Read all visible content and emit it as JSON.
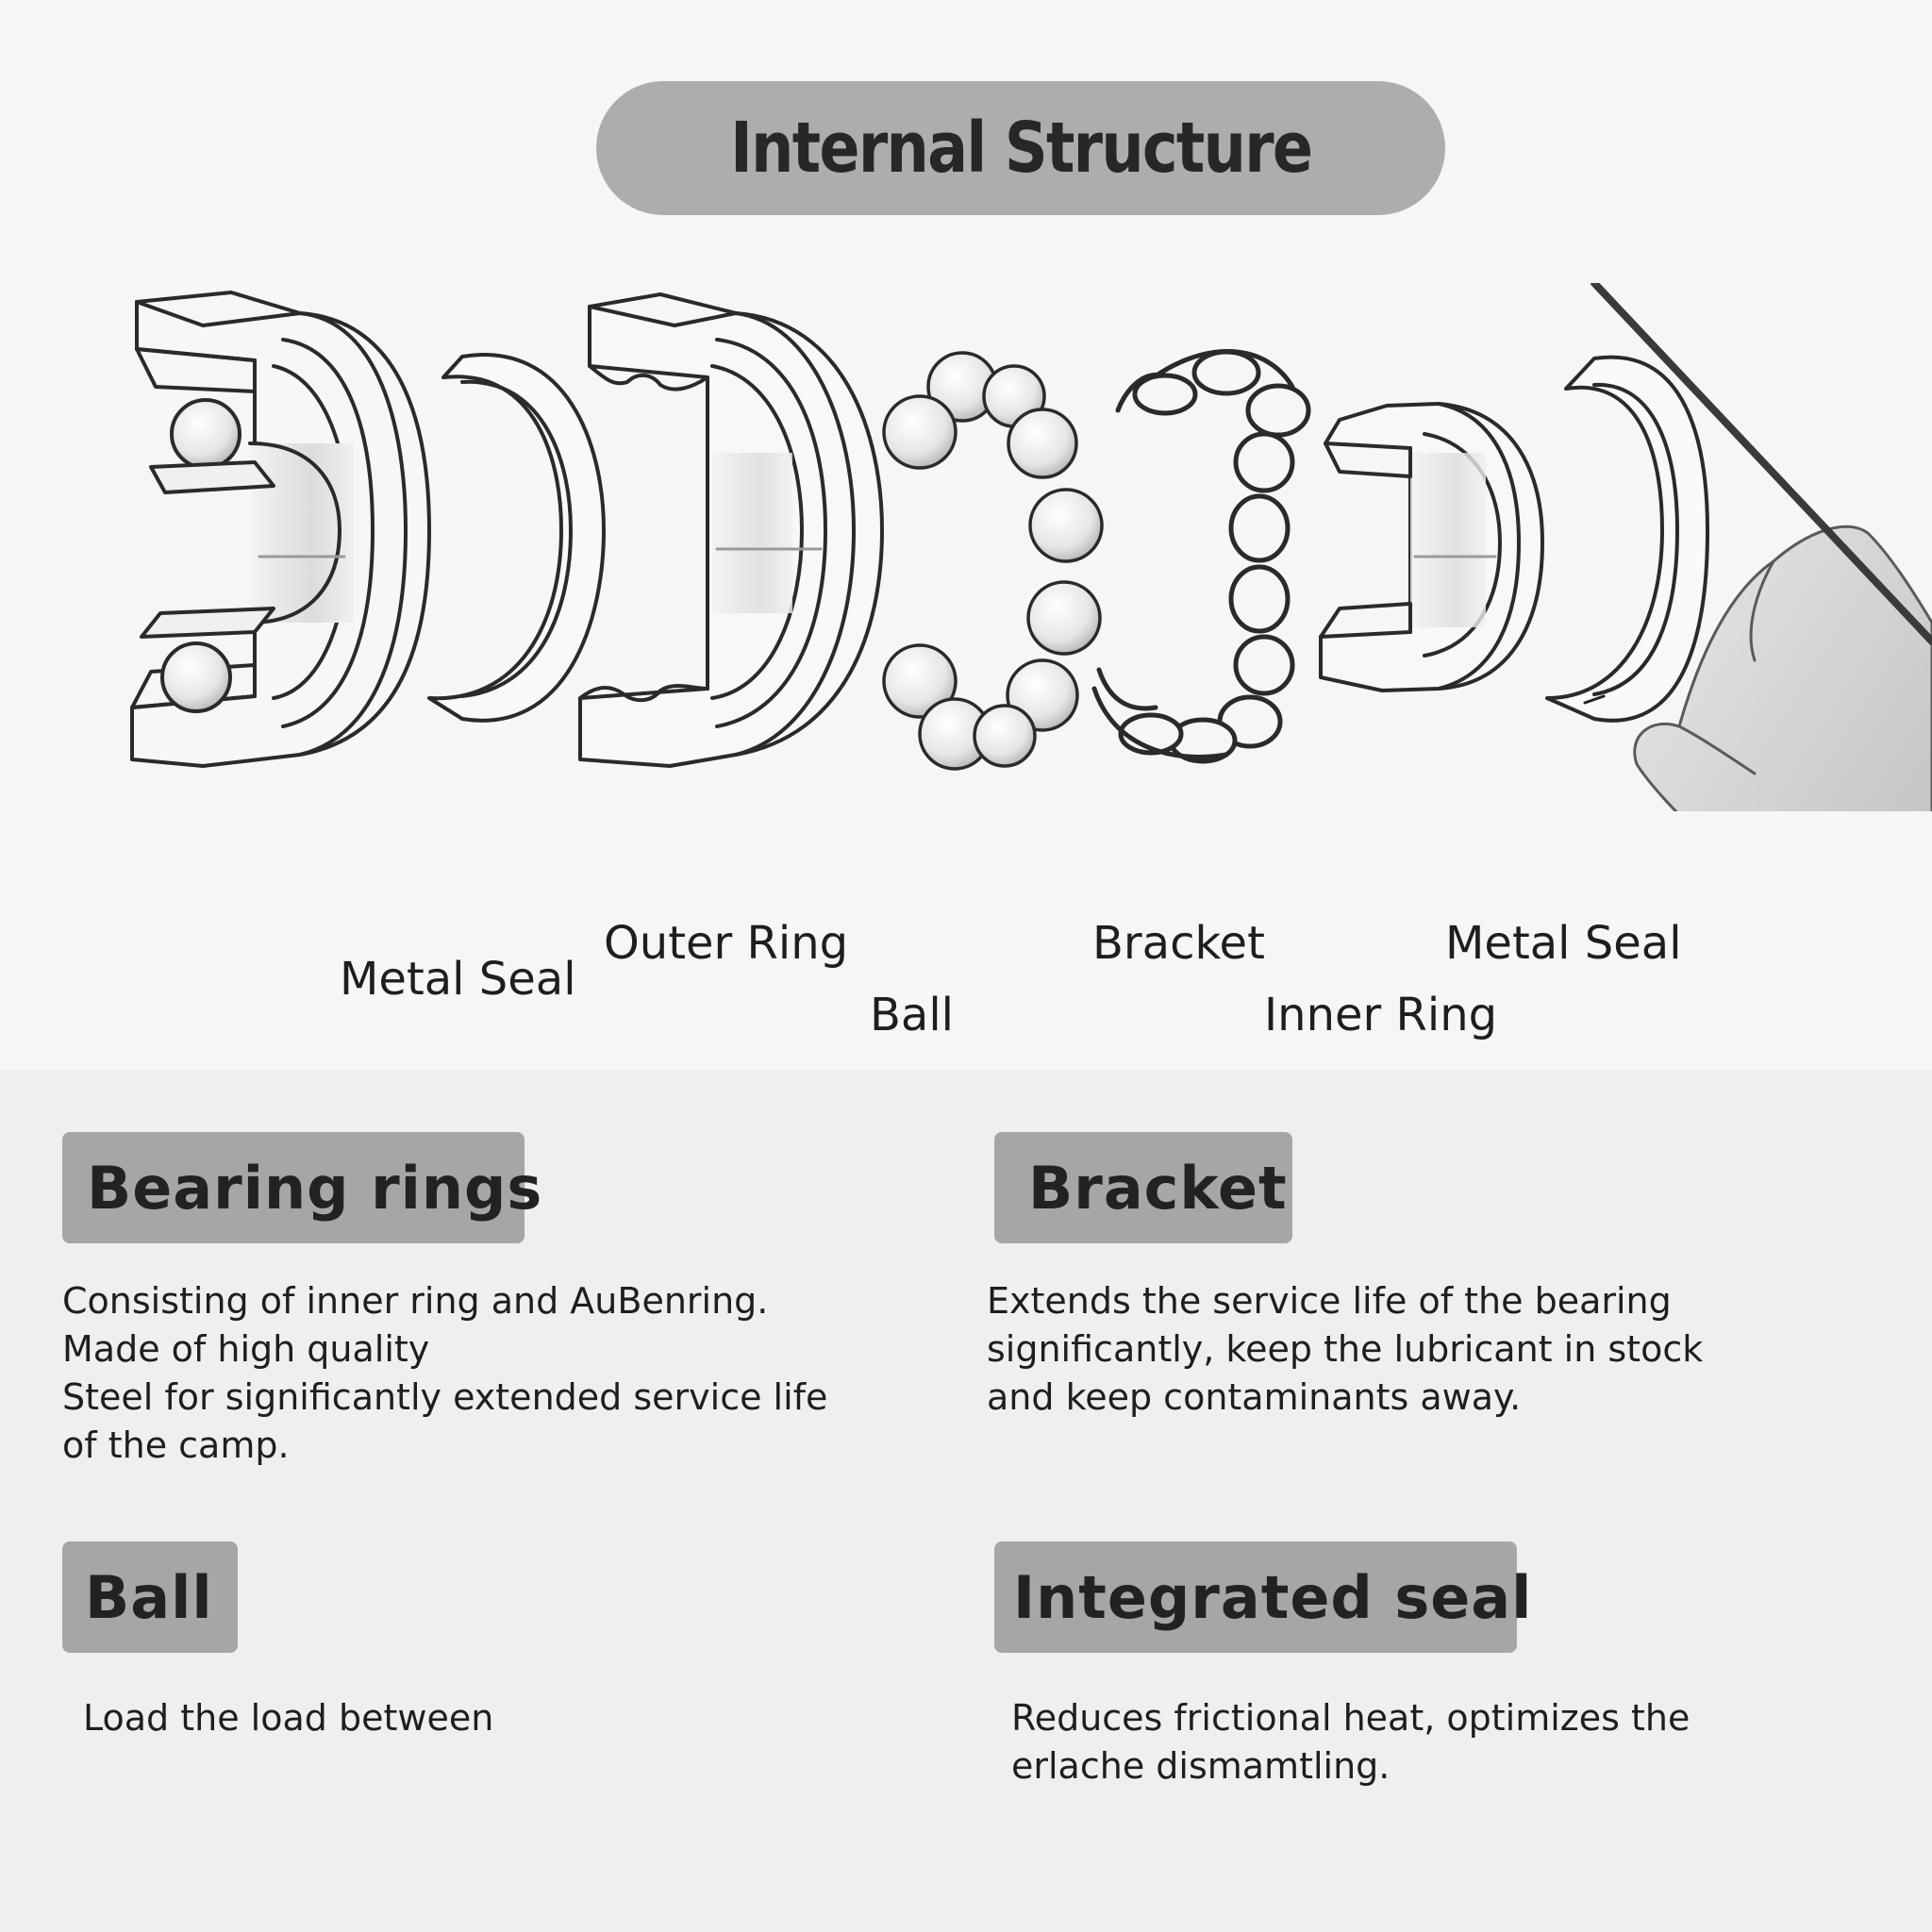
{
  "header": {
    "title": "Internal Structure"
  },
  "diagram": {
    "labels": {
      "metal_seal_left": "Metal Seal",
      "outer_ring": "Outer Ring",
      "ball": "Ball",
      "bracket": "Bracket",
      "inner_ring": "Inner Ring",
      "metal_seal_right": "Metal Seal"
    }
  },
  "sections": {
    "bearing_rings": {
      "heading": "Bearing rings",
      "text": "Consisting of inner ring and AuBenring.\nMade of high quality\nSteel for significantly extended service life\nof the camp."
    },
    "bracket": {
      "heading": "Bracket",
      "text": "Extends the service life of the bearing\nsignificantly, keep the lubricant in stock\nand keep contaminants away."
    },
    "ball": {
      "heading": "Ball",
      "text": "Load the load between"
    },
    "integrated_seal": {
      "heading": "Integrated seal",
      "text": "Reduces frictional heat, optimizes the\nerlache dismamtling."
    }
  },
  "colors": {
    "pill_bg": "#adadad",
    "heading_bg": "#a6a6a6",
    "text": "#1e1e1e",
    "line": "#2a2a2a"
  }
}
